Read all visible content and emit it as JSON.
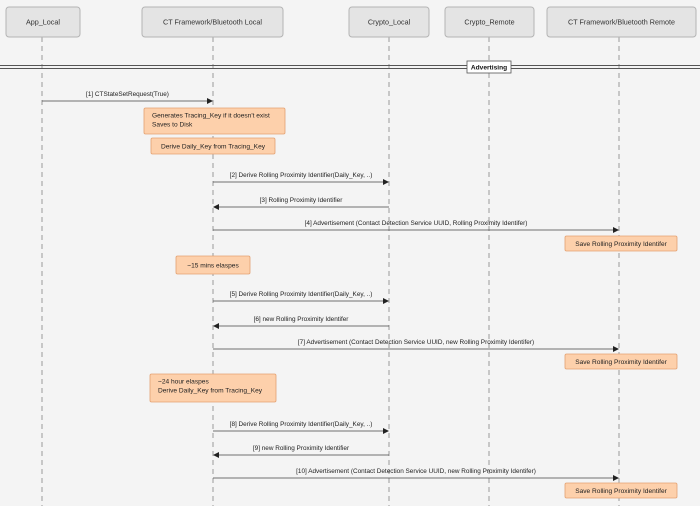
{
  "participants": [
    {
      "id": "app",
      "label": "App_Local"
    },
    {
      "id": "ctl",
      "label": "CT Framework/Bluetooth Local"
    },
    {
      "id": "cryl",
      "label": "Crypto_Local"
    },
    {
      "id": "cryr",
      "label": "Crypto_Remote"
    },
    {
      "id": "ctr",
      "label": "CT Framework/Bluetooth Remote"
    }
  ],
  "divider": {
    "label": "Advertising"
  },
  "messages": [
    {
      "from": "app",
      "to": "ctl",
      "label": "[1] CTStateSetRequest(True)"
    },
    {
      "from": "ctl",
      "to": "cryl",
      "label": "[2] Derive Rolling Proximity Identifier(Daily_Key, ..)"
    },
    {
      "from": "cryl",
      "to": "ctl",
      "label": "[3] Rolling Proximity Identifier"
    },
    {
      "from": "ctl",
      "to": "ctr",
      "label": "[4] Advertisement (Contact Detection Service UUID, Rolling Proximity Identifer)"
    },
    {
      "from": "ctl",
      "to": "cryl",
      "label": "[5] Derive Rolling Proximity Identifier(Daily_Key, ..)"
    },
    {
      "from": "cryl",
      "to": "ctl",
      "label": "[6] new Rolling Proximity Identifer"
    },
    {
      "from": "ctl",
      "to": "ctr",
      "label": "[7] Advertisement (Contact Detection Service UUID, new Rolling Proximity Identifer)"
    },
    {
      "from": "ctl",
      "to": "cryl",
      "label": "[8] Derive Rolling Proximity Identifier(Daily_Key, ..)"
    },
    {
      "from": "cryl",
      "to": "ctl",
      "label": "[9] new Rolling Proximity Identifier"
    },
    {
      "from": "ctl",
      "to": "ctr",
      "label": "[10] Advertisement (Contact Detection Service UUID, new Rolling Proximity Identifer)"
    }
  ],
  "notes": [
    {
      "over": "ctl",
      "lines": [
        "Generates Tracing_Key if it doesn't exist",
        "Saves to Disk"
      ]
    },
    {
      "over": "ctl",
      "lines": [
        "Derive Daily_Key from Tracing_Key"
      ]
    },
    {
      "over": "ctr",
      "lines": [
        "Save Rolling Proximity Identifer"
      ]
    },
    {
      "over": "ctl",
      "lines": [
        "~15 mins elaspes"
      ]
    },
    {
      "over": "ctr",
      "lines": [
        "Save Rolling Proximity Identifer"
      ]
    },
    {
      "over": "ctl",
      "lines": [
        "~24 hour elaspes",
        "Derive Daily_Key from Tracing_Key"
      ]
    },
    {
      "over": "ctr",
      "lines": [
        "Save Rolling Proximity Identifer"
      ]
    }
  ],
  "colors": {
    "note_fill": "#fdd0ab",
    "note_stroke": "#e3a171",
    "participant_fill": "#e4e4e4",
    "participant_stroke": "#b4b4b4",
    "lifeline": "#9a9a9a",
    "arrow": "#444444"
  }
}
